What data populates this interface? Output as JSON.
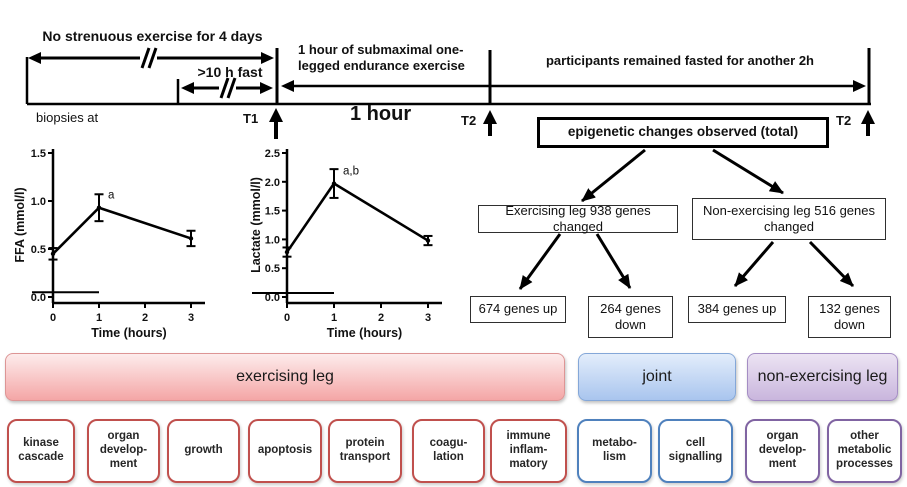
{
  "timeline": {
    "no_exercise_label": "No strenuous exercise for 4 days",
    "fast_label": ">10 h fast",
    "exercise_label": "1 hour of submaximal one-\nlegged endurance exercise",
    "fasted_label": "participants remained fasted for another 2h",
    "biopsies_label": "biopsies at",
    "t1_label": "T1",
    "one_hour_label": "1 hour",
    "t2_label_mid": "T2",
    "t2_label_end": "T2"
  },
  "chart_data": [
    {
      "type": "line",
      "ylabel": "FFA (mmol/l)",
      "xlabel": "Time (hours)",
      "x": [
        0,
        1,
        3
      ],
      "values": [
        0.45,
        0.93,
        0.61
      ],
      "errors": [
        0.06,
        0.14,
        0.08
      ],
      "point_labels": [
        "",
        "a",
        ""
      ],
      "xticks": [
        0,
        1,
        2,
        3
      ],
      "yticks": [
        "0.0",
        "0.5",
        "1.0",
        "1.5"
      ],
      "ylim": [
        0,
        1.5
      ],
      "xlim": [
        0,
        3.3
      ],
      "grid": false,
      "exercise_bar": {
        "y_value": 0.05,
        "t_start": 0,
        "t_end": 1
      }
    },
    {
      "type": "line",
      "ylabel": "Lactate (mmol/l)",
      "xlabel": "Time (hours)",
      "x": [
        0,
        1,
        3
      ],
      "values": [
        0.78,
        1.97,
        0.98
      ],
      "errors": [
        0.08,
        0.25,
        0.08
      ],
      "point_labels": [
        "",
        "a,b",
        ""
      ],
      "xticks": [
        0,
        1,
        2,
        3
      ],
      "yticks": [
        "0.0",
        "0.5",
        "1.0",
        "1.5",
        "2.0",
        "2.5"
      ],
      "ylim": [
        0,
        2.5
      ],
      "xlim": [
        0,
        3.3
      ],
      "grid": false,
      "exercise_bar": {
        "y_value": 0.07,
        "t_start": 0,
        "t_end": 1
      }
    }
  ],
  "flowchart": {
    "root": "epigenetic changes observed (total)",
    "branches": [
      {
        "label": "Exercising leg 938 genes changed",
        "children": [
          "674 genes up",
          "264 genes down"
        ]
      },
      {
        "label": "Non-exercising leg 516 genes changed",
        "children": [
          "384 genes up",
          "132 genes down"
        ]
      }
    ]
  },
  "bands": [
    {
      "label": "exercising leg",
      "theme": "red"
    },
    {
      "label": "joint",
      "theme": "blue"
    },
    {
      "label": "non-exercising leg",
      "theme": "purple"
    }
  ],
  "process_boxes": [
    {
      "label": "kinase\ncascade",
      "theme": "red"
    },
    {
      "label": "organ\ndevelop-\nment",
      "theme": "red"
    },
    {
      "label": "growth",
      "theme": "red"
    },
    {
      "label": "apoptosis",
      "theme": "red"
    },
    {
      "label": "protein\ntransport",
      "theme": "red"
    },
    {
      "label": "coagu-\nlation",
      "theme": "red"
    },
    {
      "label": "immune\ninflam-\nmatory",
      "theme": "red"
    },
    {
      "label": "metabo-\nlism",
      "theme": "blue"
    },
    {
      "label": "cell\nsignalling",
      "theme": "blue"
    },
    {
      "label": "organ\ndevelop-\nment",
      "theme": "purple"
    },
    {
      "label": "other\nmetabolic\nprocesses",
      "theme": "purple"
    }
  ],
  "colors": {
    "accent_red": "#c0504d",
    "accent_blue": "#4f81bd",
    "accent_purple": "#8064a2",
    "band_red_fill": "#f4a6a6",
    "band_blue_fill": "#a9c5ee",
    "band_purple_fill": "#c9b6dd",
    "line_black": "#000000"
  }
}
